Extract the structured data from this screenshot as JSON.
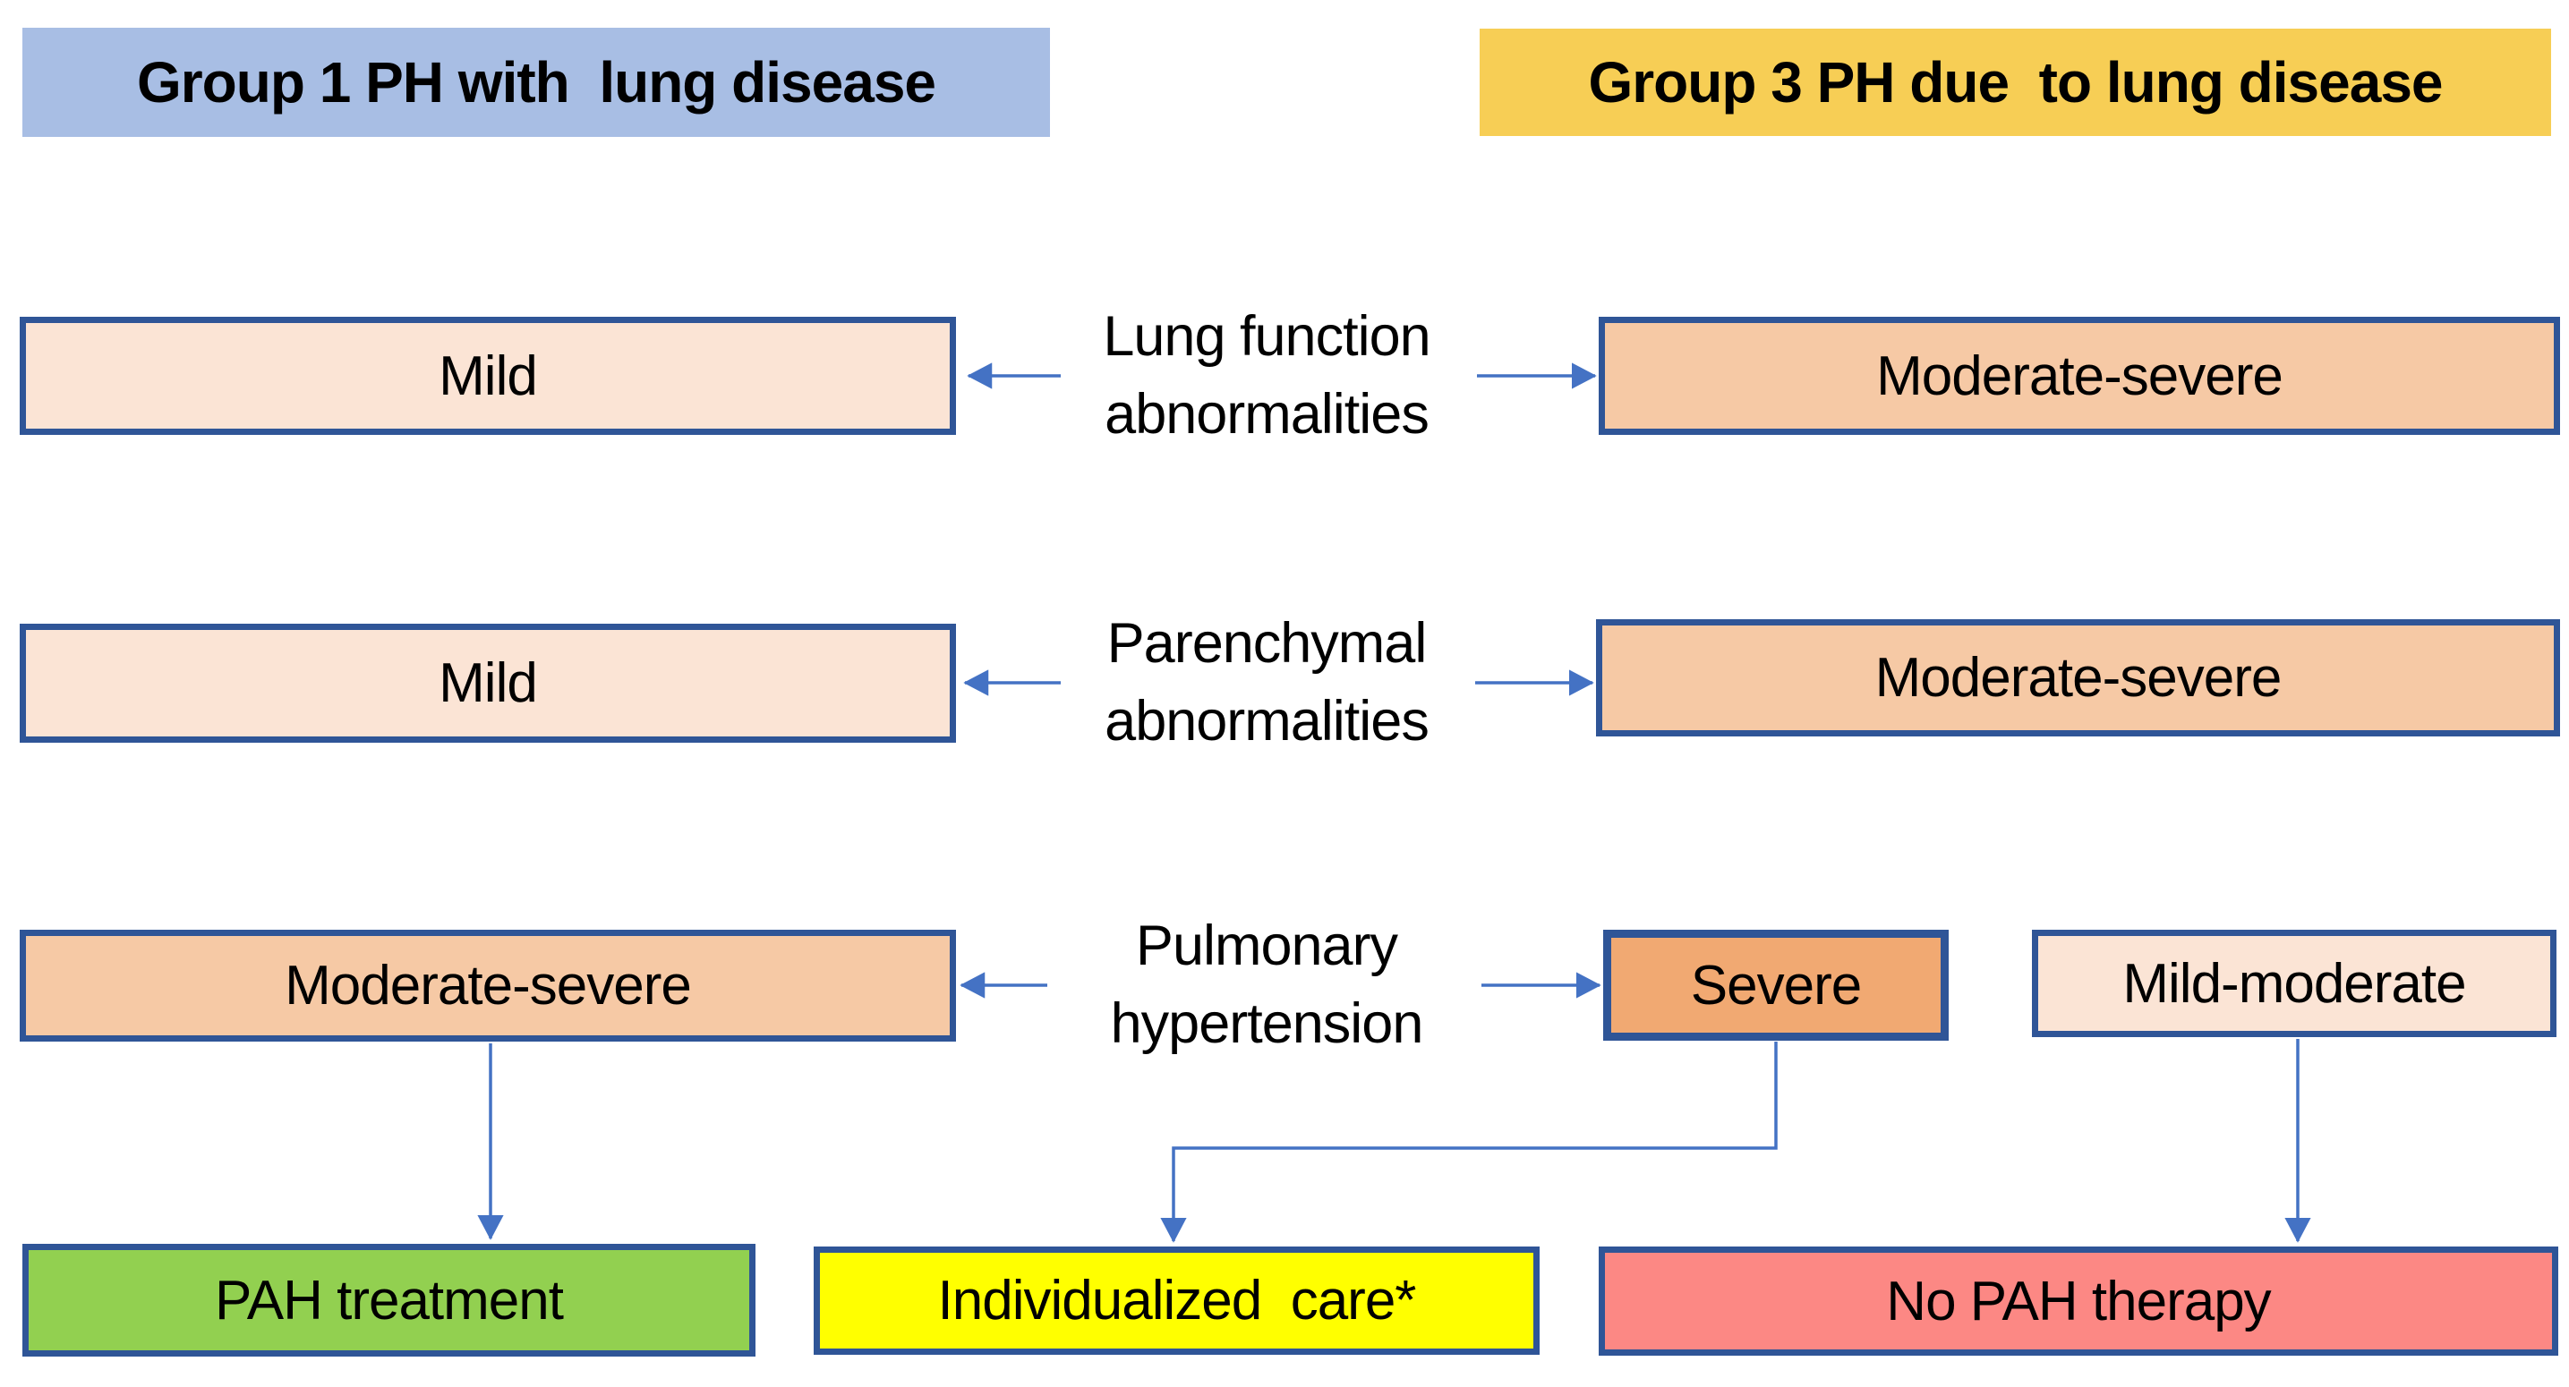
{
  "diagram": {
    "headers": {
      "group1": "Group 1 PH with  lung disease",
      "group3": "Group 3 PH due  to lung disease"
    },
    "rows": [
      {
        "label_line1": "Lung function",
        "label_line2": "abnormalities",
        "left_value": "Mild",
        "right_value": "Moderate-severe"
      },
      {
        "label_line1": "Parenchymal",
        "label_line2": "abnormalities",
        "left_value": "Mild",
        "right_value": "Moderate-severe"
      },
      {
        "label_line1": "Pulmonary",
        "label_line2": "hypertension",
        "left_value": "Moderate-severe",
        "right_value": "Severe",
        "far_right_value": "Mild-moderate"
      }
    ],
    "outcomes": {
      "pah_treatment": "PAH treatment",
      "individualized_care": "Individualized  care*",
      "no_pah_therapy": "No PAH therapy"
    },
    "colors": {
      "group1_header_bg": "#A8BEE4",
      "group3_header_bg": "#F7CE55",
      "mild_bg": "#FBE4D5",
      "moderate_severe_bg": "#F6C9A5",
      "severe_bg": "#F1A972",
      "pah_treatment_bg": "#92D050",
      "individualized_care_bg": "#FFFF00",
      "no_pah_therapy_bg": "#FC8884",
      "box_border": "#2F5597",
      "arrow": "#4472C4"
    }
  }
}
